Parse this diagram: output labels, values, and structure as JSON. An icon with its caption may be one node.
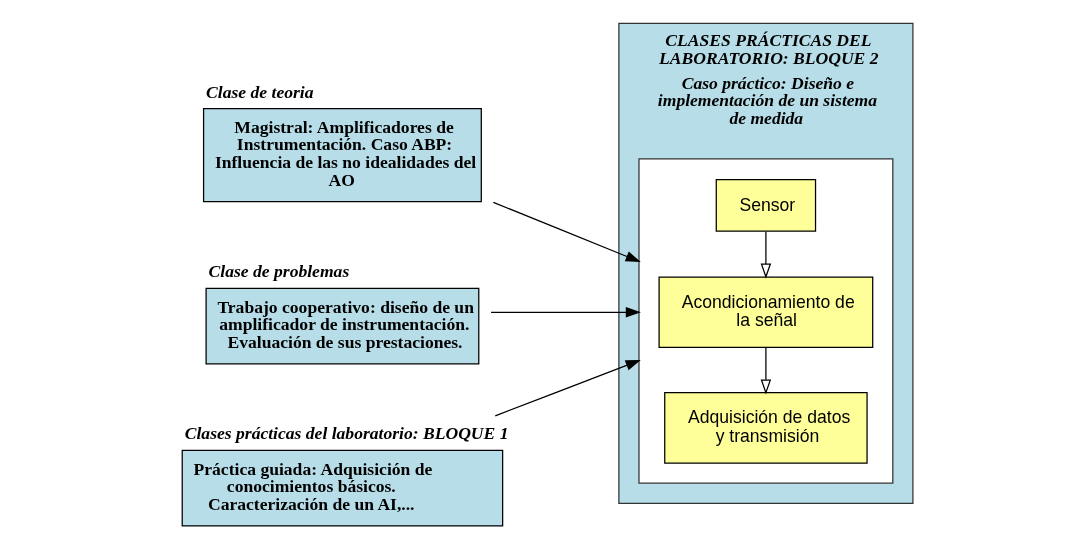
{
  "diagram": {
    "nodes": [
      {
        "text": [
          "Clase de teoria",
          "Magistral: Amplificadores de Instrumentación. Caso ABP: Influencia de las no idealidades del AO"
        ]
      },
      {
        "text": [
          "Clase de problemas",
          "Trabajo cooperativo: diseño de un amplificador de instrumentación. Evaluación de sus prestaciones."
        ]
      },
      {
        "text": [
          "Clases prácticas del laboratorio: BLOQUE 1",
          "Práctica guiada: Adquisición de conocimientos básicos. Caracterización de un AI,..."
        ]
      },
      {
        "text": [
          "CLASES PRÁCTICAS DEL LABORATORIO: BLOQUE 2",
          "Caso práctico: Diseño e implementación de un sistema de medida"
        ]
      },
      {
        "text": [],
        "shape": "box",
        "in": 3
      },
      {
        "text": [
          "Sensor"
        ],
        "in": 4
      },
      {
        "text": [
          "Acondicionamiento de la señal"
        ],
        "in": 4
      },
      {
        "text": [
          "Adquisición de datos y transmisión"
        ],
        "in": 4
      }
    ],
    "edges": [
      {
        "from": 0,
        "to": 4,
        "arrow": "to"
      },
      {
        "from": 1,
        "to": 4,
        "arrow": "to"
      },
      {
        "from": 2,
        "to": 4,
        "arrow": "to"
      },
      {
        "from": 5,
        "to": 6,
        "arrow": "to"
      },
      {
        "from": 6,
        "to": 7,
        "arrow": "to"
      }
    ]
  }
}
